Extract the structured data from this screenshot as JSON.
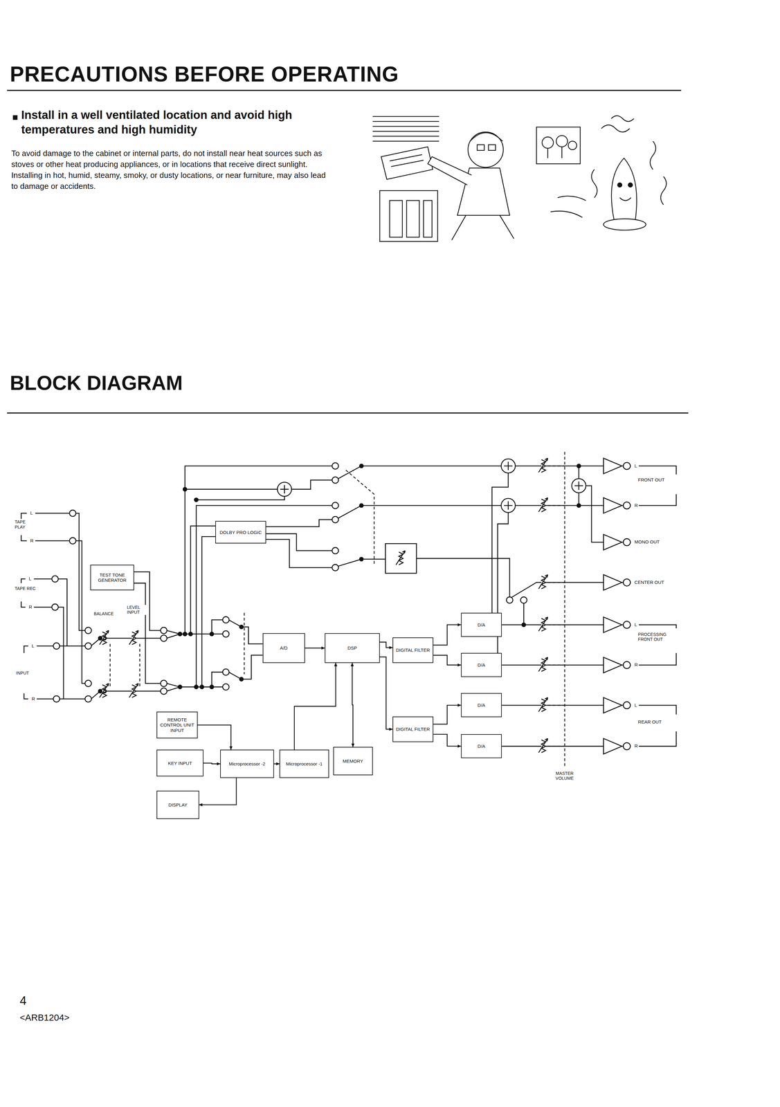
{
  "diagram": {
    "title": "PRECAUTIONS BEFORE OPERATING",
    "nodes": [
      {
        "text": [
          "DOLBY PRO LOGIC"
        ]
      },
      {
        "text": [
          "TEST TONE GENERATOR"
        ]
      },
      {
        "text": [
          "A/D"
        ]
      },
      {
        "text": [
          "DSP"
        ]
      },
      {
        "text": [
          "DIGITAL FILTER"
        ]
      },
      {
        "text": [
          "D/A"
        ]
      },
      {
        "text": [
          "D/A"
        ]
      },
      {
        "text": [
          "DIGITAL FILTER"
        ]
      },
      {
        "text": [
          "D/A"
        ]
      },
      {
        "text": [
          "D/A"
        ]
      },
      {
        "text": [
          "REMOTE CONTROL UNIT INPUT"
        ]
      },
      {
        "text": [
          "KEY INPUT"
        ]
      },
      {
        "text": [
          "Microprocessor -2"
        ]
      },
      {
        "text": [
          "Microprocessor -1"
        ]
      },
      {
        "text": [
          "MEMORY"
        ]
      },
      {
        "text": [
          "DISPLAY"
        ]
      }
    ],
    "edges": [
      {
        "from": 2,
        "to": 3,
        "arrow": "to"
      },
      {
        "from": 3,
        "to": 4,
        "arrow": "to"
      },
      {
        "from": 3,
        "to": 7,
        "arrow": "to"
      },
      {
        "from": 4,
        "to": 5,
        "arrow": "to"
      },
      {
        "from": 4,
        "to": 6,
        "arrow": "to"
      },
      {
        "from": 7,
        "to": 8,
        "arrow": "to"
      },
      {
        "from": 7,
        "to": 9,
        "arrow": "to"
      },
      {
        "from": 3,
        "to": 14,
        "arrow": "both"
      },
      {
        "from": 10,
        "to": 12,
        "arrow": "to"
      },
      {
        "from": 11,
        "to": 12,
        "arrow": "to"
      },
      {
        "from": 12,
        "to": 15,
        "arrow": "to"
      },
      {
        "from": 12,
        "to": 13,
        "arrow": "to"
      },
      {
        "from": 13,
        "to": 3,
        "arrow": "to"
      }
    ],
    "labels": [
      "Install in a well ventilated location and avoid high temperatures and high humidity",
      "To avoid damage to the cabinet or internal parts, do not install near heat sources such as stoves or other heat producing appliances, or in locations that receive direct sunlight. Installing in hot, humid, steamy, smoky, or dusty locations, or near furniture, may also lead to damage or accidents.",
      "BLOCK DIAGRAM",
      "L",
      "TAPE PLAY",
      "R",
      "L",
      "TAPE REC",
      "R",
      "L",
      "INPUT",
      "R",
      "BALANCE",
      "LEVEL INPUT",
      "L",
      "FRONT OUT",
      "R",
      "MONO OUT",
      "CENTER OUT",
      "L",
      "PROCESSING FRONT OUT",
      "R",
      "L",
      "REAR OUT",
      "R",
      "MASTER VOLUME",
      "4",
      "<ARB1204>"
    ]
  }
}
